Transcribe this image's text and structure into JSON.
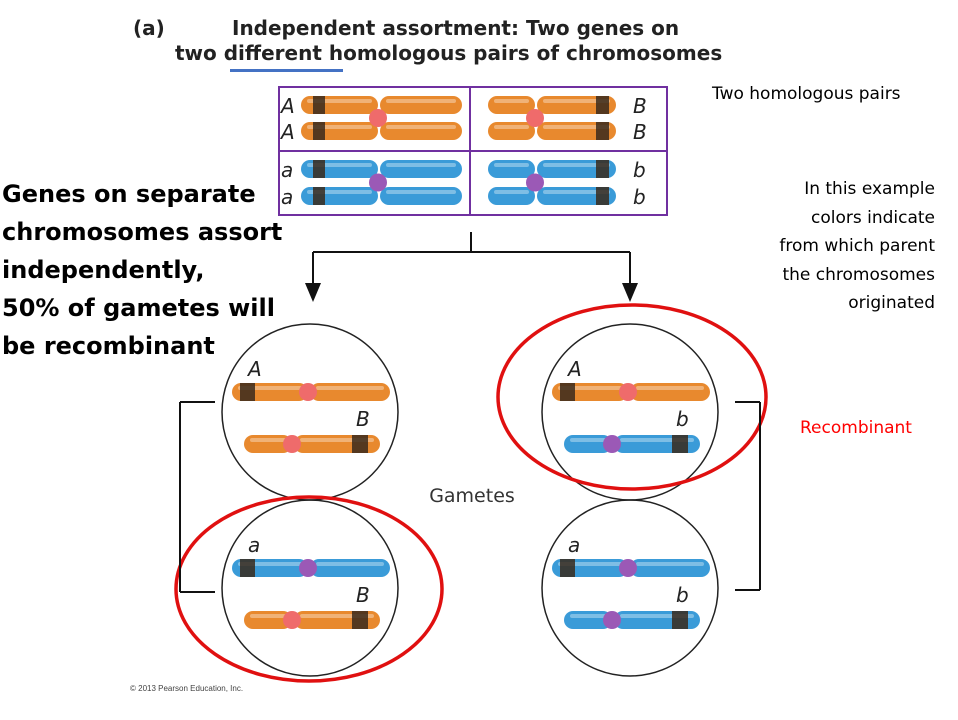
{
  "title": {
    "panel_label": "(a)",
    "line1": "Independent assortment: Two genes on",
    "line2": "two different homologous pairs of chromosomes",
    "underlined_word": "different",
    "underline_color": "#4472c4"
  },
  "left_text": [
    "Genes on separate",
    "chromosomes assort",
    "independently,",
    "50% of gametes will",
    "be recombinant"
  ],
  "right_notes": {
    "homologous_pairs": "Two homologous pairs",
    "color_note": [
      "In this example",
      "colors indicate",
      "from which parent",
      "the chromosomes",
      "originated"
    ],
    "recombinant": "Recombinant",
    "recombinant_color": "#ff0000"
  },
  "parent_box": {
    "border_color": "#7030a0",
    "cells": [
      {
        "labels": [
          "A",
          "A"
        ],
        "color": "orange"
      },
      {
        "labels": [
          "B",
          "B"
        ],
        "color": "orange"
      },
      {
        "labels": [
          "a",
          "a"
        ],
        "color": "blue"
      },
      {
        "labels": [
          "b",
          "b"
        ],
        "color": "blue"
      }
    ]
  },
  "gametes_label": "Gametes",
  "gametes": [
    {
      "genes": [
        "A",
        "B"
      ],
      "colors": [
        "orange",
        "orange"
      ],
      "recombinant": false
    },
    {
      "genes": [
        "A",
        "b"
      ],
      "colors": [
        "orange",
        "blue"
      ],
      "recombinant": true
    },
    {
      "genes": [
        "a",
        "B"
      ],
      "colors": [
        "blue",
        "orange"
      ],
      "recombinant": true
    },
    {
      "genes": [
        "a",
        "b"
      ],
      "colors": [
        "blue",
        "blue"
      ],
      "recombinant": false
    }
  ],
  "colors": {
    "orange": "#e8892e",
    "blue": "#3a9bd8",
    "orange_centromere": "#ef6b6b",
    "blue_centromere": "#9b59b6",
    "band": "#3a2a1c",
    "highlight_ellipse": "#e01010"
  },
  "copyright": "© 2013 Pearson Education, Inc."
}
